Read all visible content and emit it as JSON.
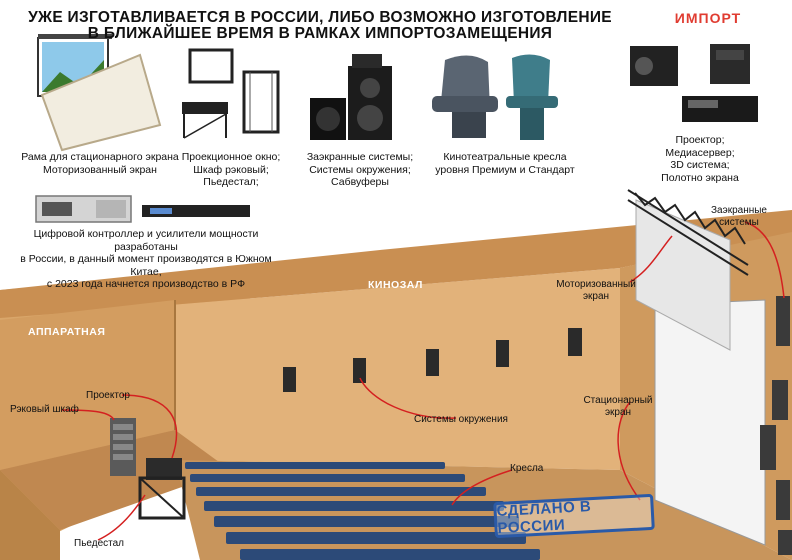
{
  "header": {
    "line1": "УЖЕ ИЗГОТАВЛИВАЕТСЯ В РОССИИ, ЛИБО ВОЗМОЖНО ИЗГОТОВЛЕНИЕ",
    "line2": "В БЛИЖАЙШЕЕ ВРЕМЯ В РАМКАХ ИМПОРТОЗАМЕЩЕНИЯ",
    "import_title": "ИМПОРТ"
  },
  "products": {
    "screen": {
      "line1": "Рама для стационарного экрана",
      "line2": "Моторизованный экран"
    },
    "window": {
      "line1": "Проекционное окно;",
      "line2": "Шкаф рэковый;",
      "line3": "Пьедестал;"
    },
    "speakers": {
      "line1": "Заэкранные системы;",
      "line2": "Системы окружения;",
      "line3": "Сабвуферы"
    },
    "seats": {
      "line1": "Кинотеатральные кресла",
      "line2": "уровня Премиум и Стандарт"
    },
    "controller": {
      "line1": "Цифровой контроллер и усилители мощности разработаны",
      "line2": "в России, в данный момент производятся в Южном Китае,",
      "line3": "с 2023 года начнется производство в РФ"
    },
    "import": {
      "line1": "Проектор;",
      "line2": "Медиасервер;",
      "line3": "3D система;",
      "line4": "Полотно экрана"
    }
  },
  "rooms": {
    "hall": "КИНОЗАЛ",
    "booth": "АППАРАТНАЯ"
  },
  "callouts": {
    "behind_screen": {
      "line1": "Заэкранные",
      "line2": "системы"
    },
    "motor_screen": {
      "line1": "Моторизованный",
      "line2": "экран"
    },
    "fixed_screen": {
      "line1": "Стационарный",
      "line2": "экран"
    },
    "surround": "Системы окружения",
    "seats": "Кресла",
    "projector": "Проектор",
    "rack": "Рэковый шкаф",
    "pedestal": "Пьедестал"
  },
  "stamp": "СДЕЛАНО В РОССИИ",
  "colors": {
    "wall": "#d9a66a",
    "wall_dark": "#b98448",
    "floor": "#c8955c",
    "seat": "#2c4a78",
    "leader": "#d42020",
    "accent": "#e03c31",
    "stamp": "#2a5aa8"
  }
}
